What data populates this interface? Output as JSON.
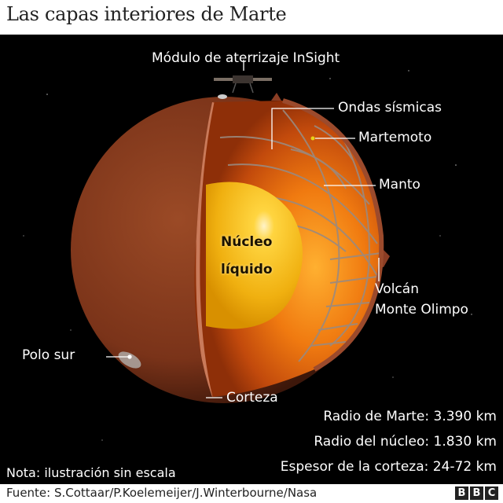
{
  "header": {
    "title": "Las capas interiores de Marte"
  },
  "labels": {
    "lander": "Módulo de aterrizaje InSight",
    "seismic_waves": "Ondas sísmicas",
    "marsquake": "Martemoto",
    "mantle": "Manto",
    "core_line1": "Núcleo",
    "core_line2": "líquido",
    "volcano_line1": "Volcán",
    "volcano_line2": "Monte Olimpo",
    "south_pole": "Polo sur",
    "crust": "Corteza"
  },
  "stats": {
    "mars_radius": "Radio de Marte: 3.390 km",
    "core_radius": "Radio del núcleo: 1.830 km",
    "crust_thickness": "Espesor de la corteza: 24-72 km"
  },
  "note": "Nota: ilustración sin escala",
  "footer": {
    "source": "Fuente: S.Cottaar/P.Koelemeijer/J.Winterbourne/Nasa",
    "logo": [
      "B",
      "B",
      "C"
    ]
  },
  "colors": {
    "background": "#000000",
    "planet_surface": "#8a3d1e",
    "mantle_outer": "#b23a0a",
    "mantle_inner": "#ff8a1a",
    "core": "#f5b716",
    "wave_lines": "#9a8a80"
  }
}
